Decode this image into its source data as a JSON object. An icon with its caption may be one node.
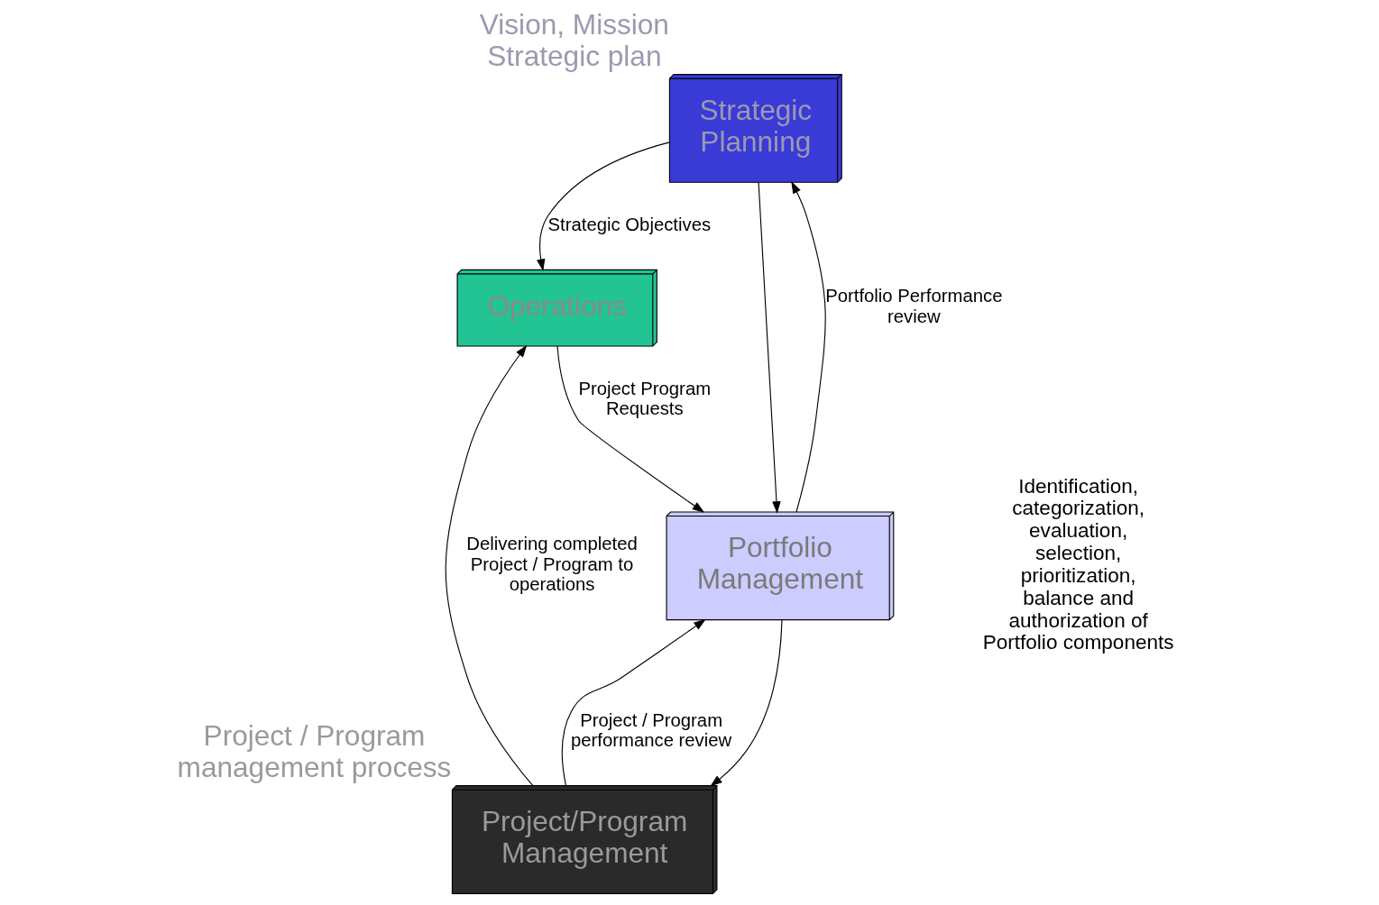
{
  "diagram": {
    "nodes": [
      {
        "text": [
          "Strategic Planning"
        ],
        "beside": [
          "Vision, Mission Strategic plan"
        ]
      },
      {
        "text": [
          "Operations"
        ]
      },
      {
        "text": [
          "Portfolio Management"
        ]
      },
      {
        "text": [
          "Project/Program Management"
        ],
        "beside": [
          "Project / Program management process"
        ]
      }
    ],
    "edges": [
      {
        "from": 0,
        "to": 1,
        "arrow": "to",
        "label": "Strategic Objectives"
      },
      {
        "from": 0,
        "to": 2,
        "arrow": "to"
      },
      {
        "from": 1,
        "to": 2,
        "arrow": "to",
        "label": "Project Program Requests"
      },
      {
        "from": 2,
        "to": 0,
        "arrow": "to",
        "label": "Portfolio Performance review"
      },
      {
        "from": 2,
        "to": 3,
        "arrow": "to"
      },
      {
        "from": 3,
        "to": 2,
        "arrow": "to",
        "label": "Project / Program performance review"
      },
      {
        "from": 3,
        "to": 1,
        "arrow": "to",
        "label": "Delivering completed Project / Program to operations"
      }
    ],
    "labels": [
      "Identification, categorization, evaluation, selection, prioritization, balance and authorization of Portfolio components"
    ]
  }
}
